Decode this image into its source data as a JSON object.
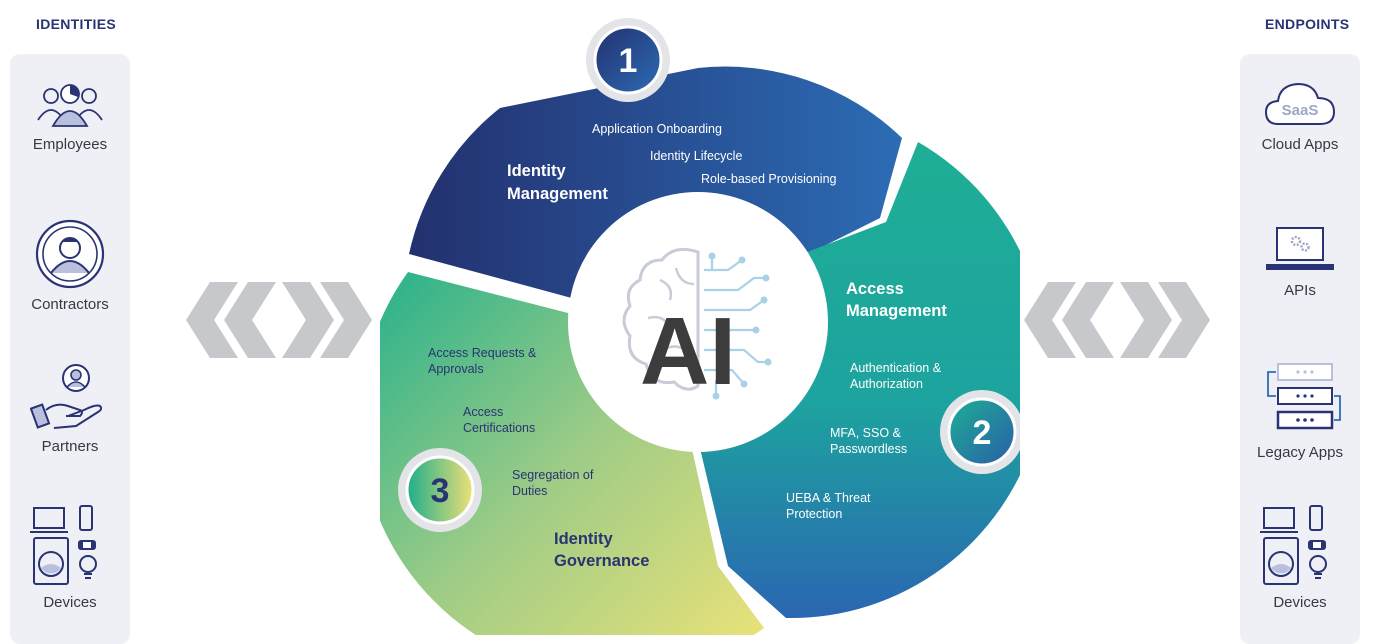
{
  "identities": {
    "title": "IDENTITIES",
    "items": [
      {
        "label": "Employees",
        "icon": "employees-icon"
      },
      {
        "label": "Contractors",
        "icon": "contractor-icon"
      },
      {
        "label": "Partners",
        "icon": "partner-hand-icon"
      },
      {
        "label": "Devices",
        "icon": "devices-icon"
      }
    ]
  },
  "endpoints": {
    "title": "ENDPOINTS",
    "items": [
      {
        "label": "Cloud Apps",
        "icon": "saas-cloud-icon",
        "badge": "SaaS"
      },
      {
        "label": "APIs",
        "icon": "api-laptop-icon"
      },
      {
        "label": "Legacy Apps",
        "icon": "legacy-servers-icon"
      },
      {
        "label": "Devices",
        "icon": "devices-icon"
      }
    ]
  },
  "center": {
    "label": "AI",
    "icon": "brain-circuit-icon"
  },
  "segments": {
    "identity_management": {
      "number": "1",
      "title_line1": "Identity",
      "title_line2": "Management",
      "items": [
        "Application Onboarding",
        "Identity Lifecycle",
        "Role-based Provisioning"
      ]
    },
    "access_management": {
      "number": "2",
      "title_line1": "Access",
      "title_line2": "Management",
      "items": [
        [
          "Authentication &",
          "Authorization"
        ],
        [
          "MFA, SSO &",
          "Passwordless"
        ],
        [
          "UEBA & Threat",
          "Protection"
        ]
      ]
    },
    "identity_governance": {
      "number": "3",
      "title_line1": "Identity",
      "title_line2": "Governance",
      "items": [
        [
          "Access Requests &",
          "Approvals"
        ],
        [
          "Access",
          "Certifications"
        ],
        [
          "Segregation of",
          "Duties"
        ]
      ]
    }
  },
  "colors": {
    "navy": "#2a3373",
    "blue": "#2e6bb5",
    "teal": "#1db59a",
    "green": "#5ac08a",
    "yellow": "#ece07a",
    "chevron": "#c6c8cc",
    "panel": "#eef0f5"
  }
}
